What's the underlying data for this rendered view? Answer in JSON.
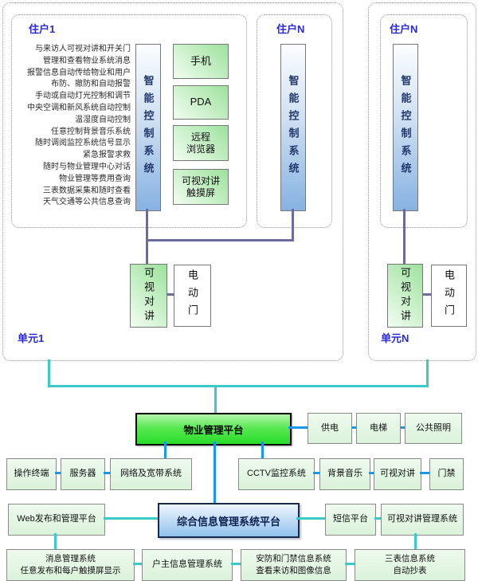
{
  "colors": {
    "line_blue": "#1898ec",
    "line_teal": "#3ec9c9",
    "line_purple": "#6b6b9e",
    "platform_green": "#28dc28",
    "system_box_green": "#e4f7e4",
    "core_platform_blue": "#8fc1ec",
    "label_blue": "#2a2ad0"
  },
  "unit1": {
    "title": "住户1",
    "features": [
      "与来访人可视对讲和开关门",
      "管理和查看物业系统消息",
      "报警信息自动传给物业和用户",
      "布防、撤防和自动报警",
      "手动或自动灯光控制和调节",
      "中央空调和新风系统自动控制",
      "温湿度自动控制",
      "任意控制背景音乐系统",
      "随时调阅监控系统信号显示",
      "紧急报警求救",
      "随时与物业管理中心对话",
      "物业管理等费用查询",
      "三表数据采集和随时查看",
      "天气交通等公共信息查询"
    ],
    "bar_label": "智能控制系统",
    "devices": [
      "手机",
      "PDA",
      "远程\n浏览器",
      "可视对讲\n触摸屏"
    ],
    "intercom": "可视对讲",
    "door": "电动门",
    "unit_label": "单元1"
  },
  "mid": {
    "title": "住户N",
    "bar_label": "智能控制系统"
  },
  "unitN": {
    "title": "住户N",
    "bar_label": "智能控制系统",
    "intercom": "可视对讲",
    "door": "电动门",
    "unit_label": "单元N"
  },
  "platform": {
    "label": "物业管理平台"
  },
  "utilities": [
    "供电",
    "电梯",
    "公共照明"
  ],
  "ops": [
    "操作终端",
    "服务器",
    "网络及宽带系统",
    "CCTV监控系统",
    "背景音乐",
    "可视对讲",
    "门禁"
  ],
  "mgmt": {
    "web": "Web发布和管理平台",
    "core": "综合信息管理系统平台",
    "sms": "短信平台",
    "intercom": "可视对讲管理系统"
  },
  "sub": [
    "消息管理系统\n任意发布和每户触摸屏显示",
    "户主信息管理系统",
    "安防和门禁信息系统\n查看来访和图像信息",
    "三表信息系统\n自动抄表"
  ]
}
